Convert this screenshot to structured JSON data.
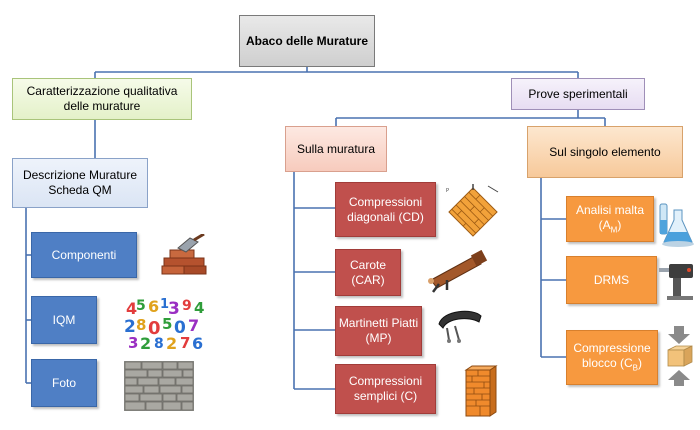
{
  "root": {
    "label": "Abaco delle Murature"
  },
  "left_branch": {
    "title": "Caratterizzazione qualitativa delle murature",
    "sub": {
      "line1": "Descrizione Murature",
      "line2": "Scheda QM"
    },
    "items": [
      {
        "label": "Componenti",
        "icon": "bricks-trowel-icon"
      },
      {
        "label": "IQM",
        "icon": "colorful-numbers-icon"
      },
      {
        "label": "Foto",
        "icon": "stone-wall-photo"
      }
    ]
  },
  "right_branch": {
    "title": "Prove sperimentali",
    "masonry": {
      "title": "Sulla muratura",
      "items": [
        {
          "line1": "Compressioni",
          "line2": "diagonali (CD)",
          "icon": "diagonal-compression-icon"
        },
        {
          "line1": "Carote",
          "line2": "(CAR)",
          "icon": "core-drill-icon"
        },
        {
          "line1": "Martinetti Piatti",
          "line2": "(MP)",
          "icon": "flat-jack-icon"
        },
        {
          "line1": "Compressioni",
          "line2": "semplici (C)",
          "icon": "brick-column-icon"
        }
      ]
    },
    "element": {
      "title": "Sul singolo elemento",
      "items": [
        {
          "line1": "Analisi malta",
          "line2_main": "(A",
          "line2_sub": "M",
          "line2_end": ")",
          "icon": "lab-flasks-icon"
        },
        {
          "line1": "DRMS",
          "icon": "drill-tester-icon"
        },
        {
          "line1": "Compressione",
          "line2_main": "blocco (C",
          "line2_sub": "B",
          "line2_end": ")",
          "icon": "block-compression-icon"
        }
      ]
    }
  },
  "colors": {
    "connector": "#4a72b0",
    "blue_box": "#4f7fc5",
    "red_box": "#c0504d",
    "orange_box": "#f7993f"
  }
}
